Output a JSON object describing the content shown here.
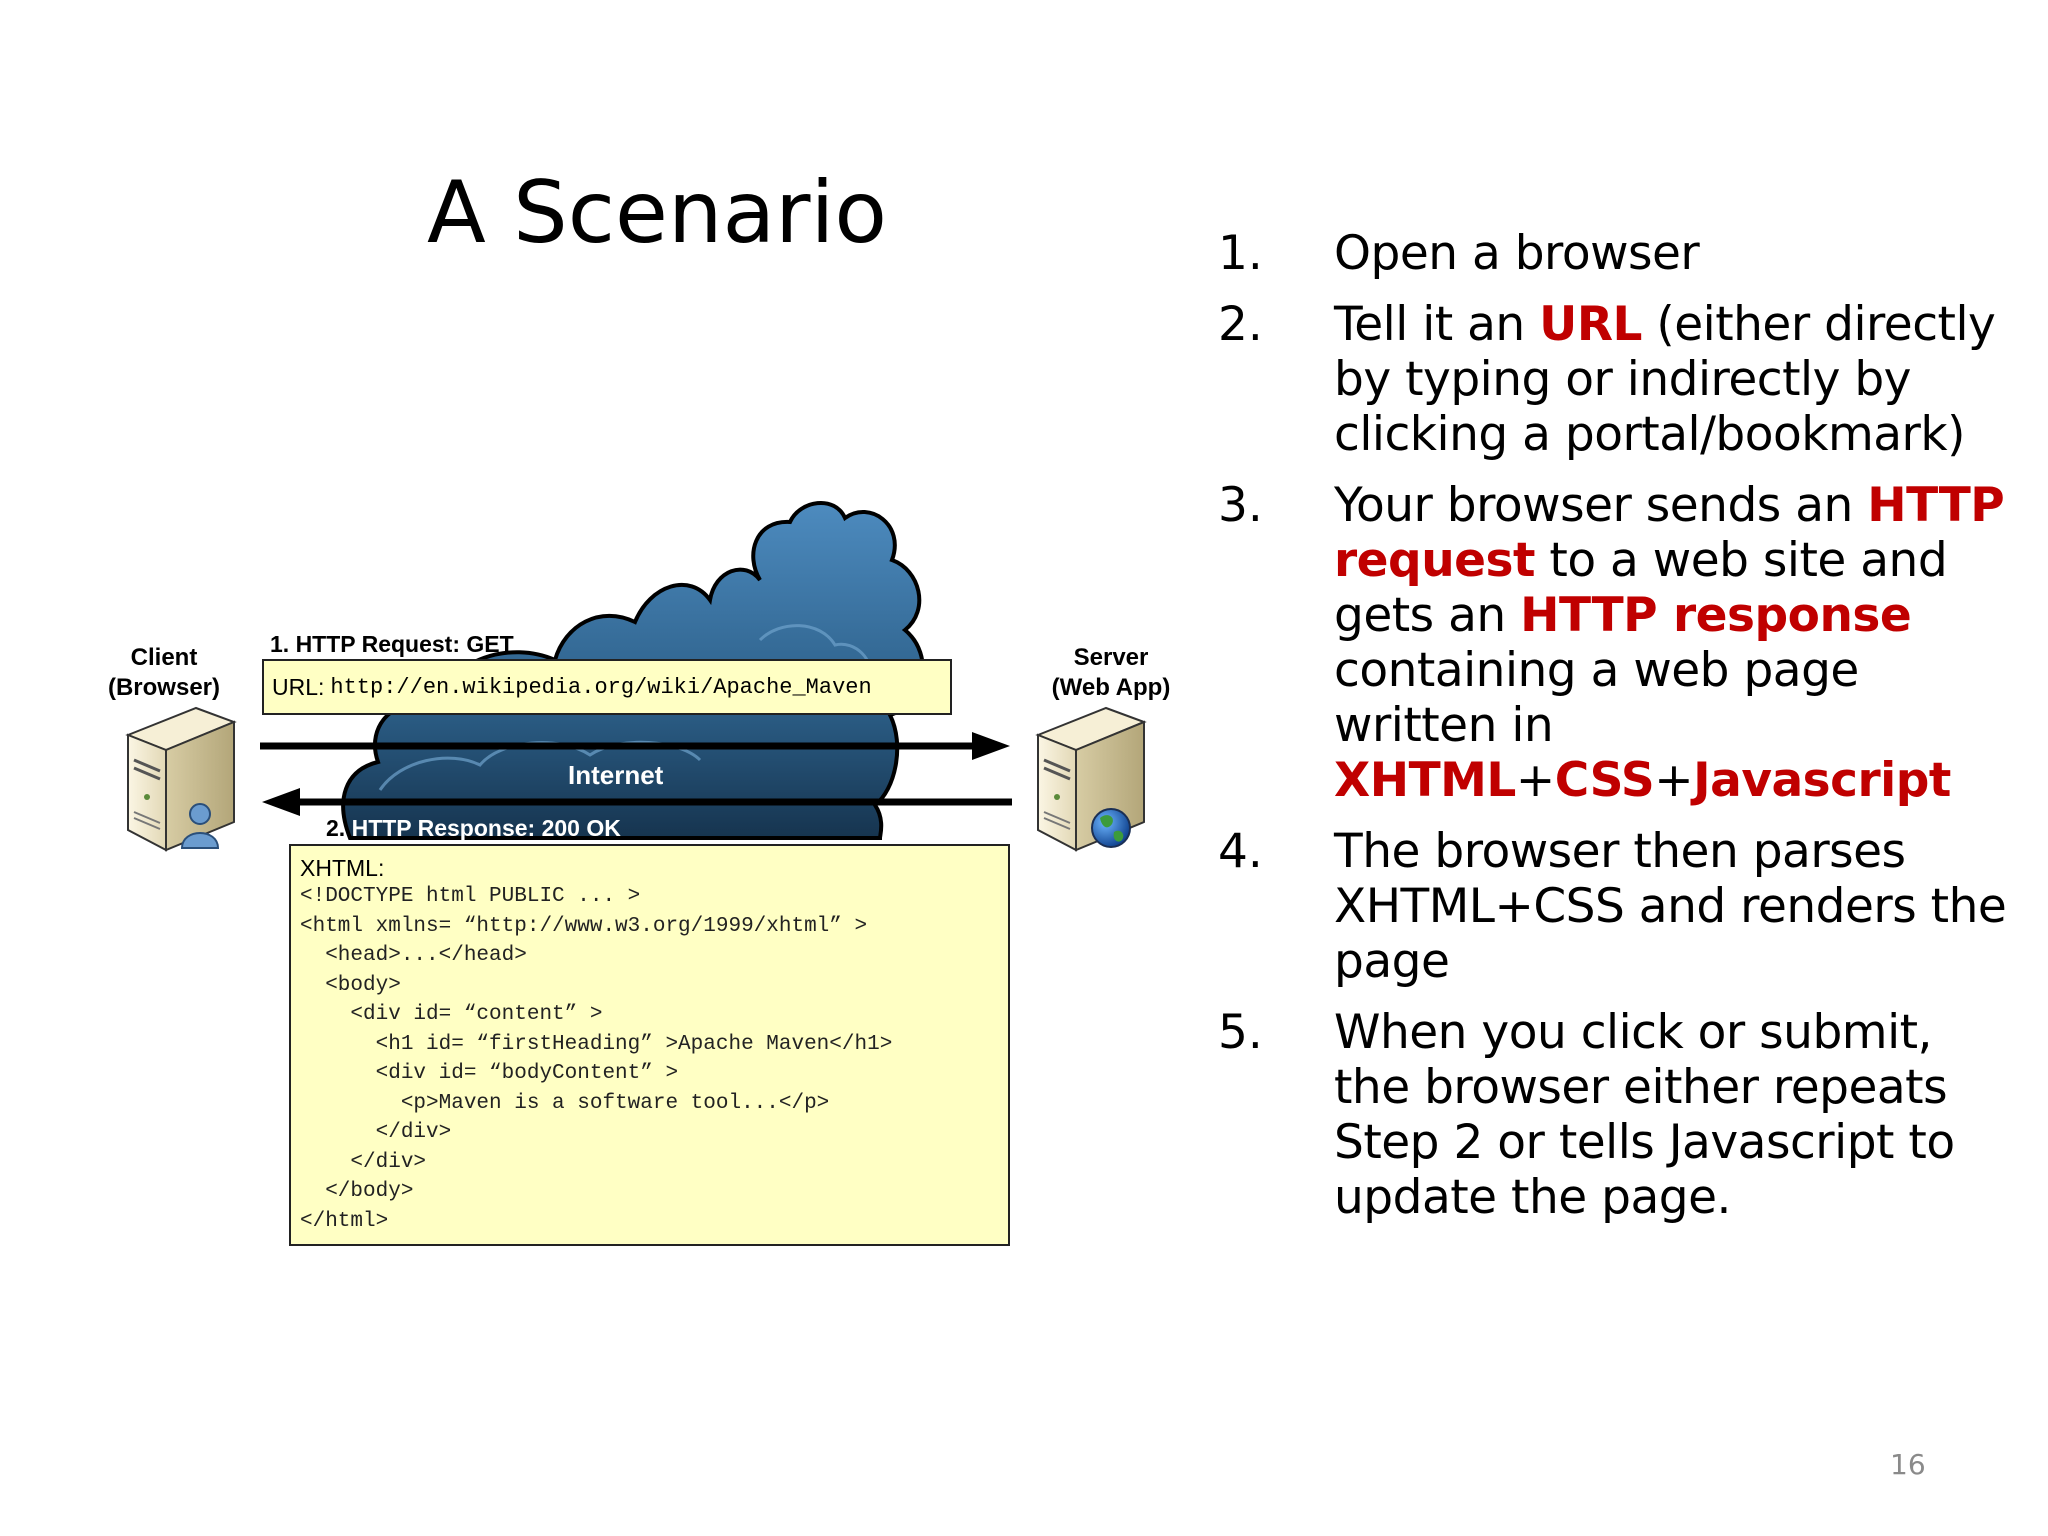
{
  "slide": {
    "title": "A Scenario",
    "page_number": "16"
  },
  "diagram": {
    "client_label_1": "Client",
    "client_label_2": "(Browser)",
    "server_label_1": "Server",
    "server_label_2": "(Web App)",
    "request_label": "1. HTTP Request: GET",
    "url_prefix": "URL:",
    "url": "http://en.wikipedia.org/wiki/Apache_Maven",
    "internet_label": "Internet",
    "response_number": "2.",
    "response_label": " HTTP Response: 200 OK",
    "xhtml_label": "XHTML:",
    "code_lines": [
      "<!DOCTYPE html PUBLIC ... >",
      "<html xmlns= “http://www.w3.org/1999/xhtml” >",
      "  <head>...</head>",
      "  <body>",
      "    <div id= “content” >",
      "      <h1 id= “firstHeading” >Apache Maven</h1>",
      "      <div id= “bodyContent” >",
      "        <p>Maven is a software tool...</p>",
      "      </div>",
      "    </div>",
      "  </body>",
      "</html>"
    ]
  },
  "steps": [
    {
      "num": "1.",
      "parts": [
        {
          "text": "Open a browser",
          "hl": false
        }
      ]
    },
    {
      "num": "2.",
      "parts": [
        {
          "text": "Tell it an ",
          "hl": false
        },
        {
          "text": "URL",
          "hl": true
        },
        {
          "text": " (either directly by typing or indirectly by clicking a portal/bookmark)",
          "hl": false
        }
      ]
    },
    {
      "num": "3.",
      "parts": [
        {
          "text": "Your browser sends an ",
          "hl": false
        },
        {
          "text": "HTTP request",
          "hl": true
        },
        {
          "text": " to a web site and gets an ",
          "hl": false
        },
        {
          "text": "HTTP response",
          "hl": true
        },
        {
          "text": " containing a web page written in ",
          "hl": false
        },
        {
          "text": "XHTML",
          "hl": true
        },
        {
          "text": "+",
          "hl": false
        },
        {
          "text": "CSS",
          "hl": true
        },
        {
          "text": "+",
          "hl": false
        },
        {
          "text": "Javascript",
          "hl": true
        }
      ]
    },
    {
      "num": "4.",
      "parts": [
        {
          "text": "The browser then parses XHTML+CSS and renders the page",
          "hl": false
        }
      ]
    },
    {
      "num": "5.",
      "parts": [
        {
          "text": "When you click or submit, the browser either repeats Step 2 or tells Javascript to update the page.",
          "hl": false
        }
      ]
    }
  ],
  "colors": {
    "highlight": "#c00000",
    "note_box": "#ffffc4",
    "cloud": "#2f6a96"
  }
}
